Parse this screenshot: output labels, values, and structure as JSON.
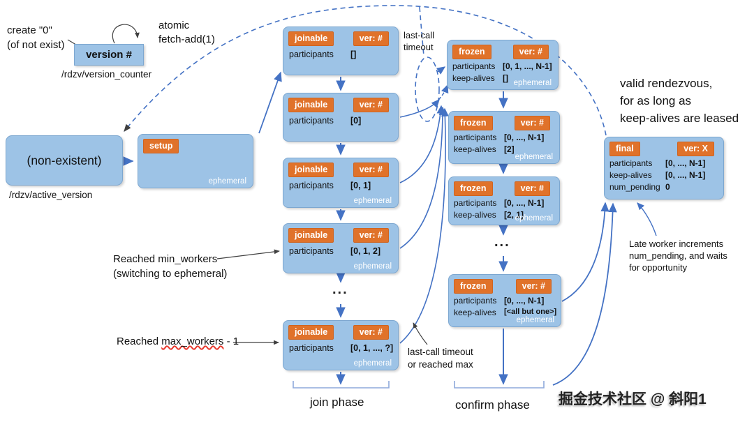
{
  "palette": {
    "box_fill": "#9dc3e6",
    "box_border": "#7da7d0",
    "tag_fill": "#e0722a",
    "arrow_blue": "#4472c4",
    "ephemeral_text": "#ffffff",
    "spellcheck_red": "#e8392e"
  },
  "counter_area": {
    "create_line1": "create \"0\"",
    "create_line2": "(of not exist)",
    "atomic_line1": "atomic",
    "atomic_line2": "fetch-add(1)",
    "version_box_label": "version #",
    "counter_path": "/rdzv/version_counter"
  },
  "start_area": {
    "nonexistent_label": "(non-existent)",
    "active_path": "/rdzv/active_version",
    "setup_label": "setup",
    "setup_ephemeral": "ephemeral"
  },
  "joinable_column": {
    "state_label": "joinable",
    "ver_label": "ver: #",
    "participants_label": "participants",
    "dots": "...",
    "boxes": [
      {
        "participants": "[]",
        "ephemeral": ""
      },
      {
        "participants": "[0]",
        "ephemeral": ""
      },
      {
        "participants": "[0, 1]",
        "ephemeral": "ephemeral"
      },
      {
        "participants": "[0, 1, 2]",
        "ephemeral": "ephemeral"
      },
      {
        "participants": "[0, 1, ..., ?]",
        "ephemeral": "ephemeral"
      }
    ]
  },
  "frozen_column": {
    "state_label": "frozen",
    "ver_label": "ver: #",
    "participants_label": "participants",
    "keepalives_label": "keep-alives",
    "dots": "...",
    "boxes": [
      {
        "participants": "[0, 1, ..., N-1]",
        "keep_alives": "[]",
        "ephemeral": "ephemeral"
      },
      {
        "participants": "[0, ..., N-1]",
        "keep_alives": "[2]",
        "ephemeral": "ephemeral"
      },
      {
        "participants": "[0, ..., N-1]",
        "keep_alives": "[2, 1]",
        "ephemeral": "ephemeral"
      },
      {
        "participants": "[0, ..., N-1]",
        "keep_alives": "[<all but one>]",
        "ephemeral": "ephemeral"
      }
    ]
  },
  "final_box": {
    "state_label": "final",
    "ver_label": "ver: X",
    "participants_label": "participants",
    "participants": "[0, ..., N-1]",
    "keepalives_label": "keep-alives",
    "keep_alives": "[0, ..., N-1]",
    "num_pending_label": "num_pending",
    "num_pending": "0"
  },
  "annotations": {
    "last_call_top_line1": "last-call",
    "last_call_top_line2": "timeout",
    "valid_line1": "valid rendezvous,",
    "valid_line2": "for as long as",
    "valid_line3": "keep-alives are leased",
    "min_workers_line1": "Reached min_workers",
    "min_workers_line2": "(switching to ephemeral)",
    "max_workers_prefix": "Reached ",
    "max_workers_word": "max_workers",
    "max_workers_suffix": " - 1",
    "last_call_bottom_line1": "last-call timeout",
    "last_call_bottom_line2": "or reached max",
    "late_worker_line1": "Late worker increments",
    "late_worker_line2": "num_pending, and waits",
    "late_worker_line3": "for opportunity",
    "join_phase": "join phase",
    "confirm_phase": "confirm phase"
  },
  "watermark": "掘金技术社区 @ 斜阳1"
}
